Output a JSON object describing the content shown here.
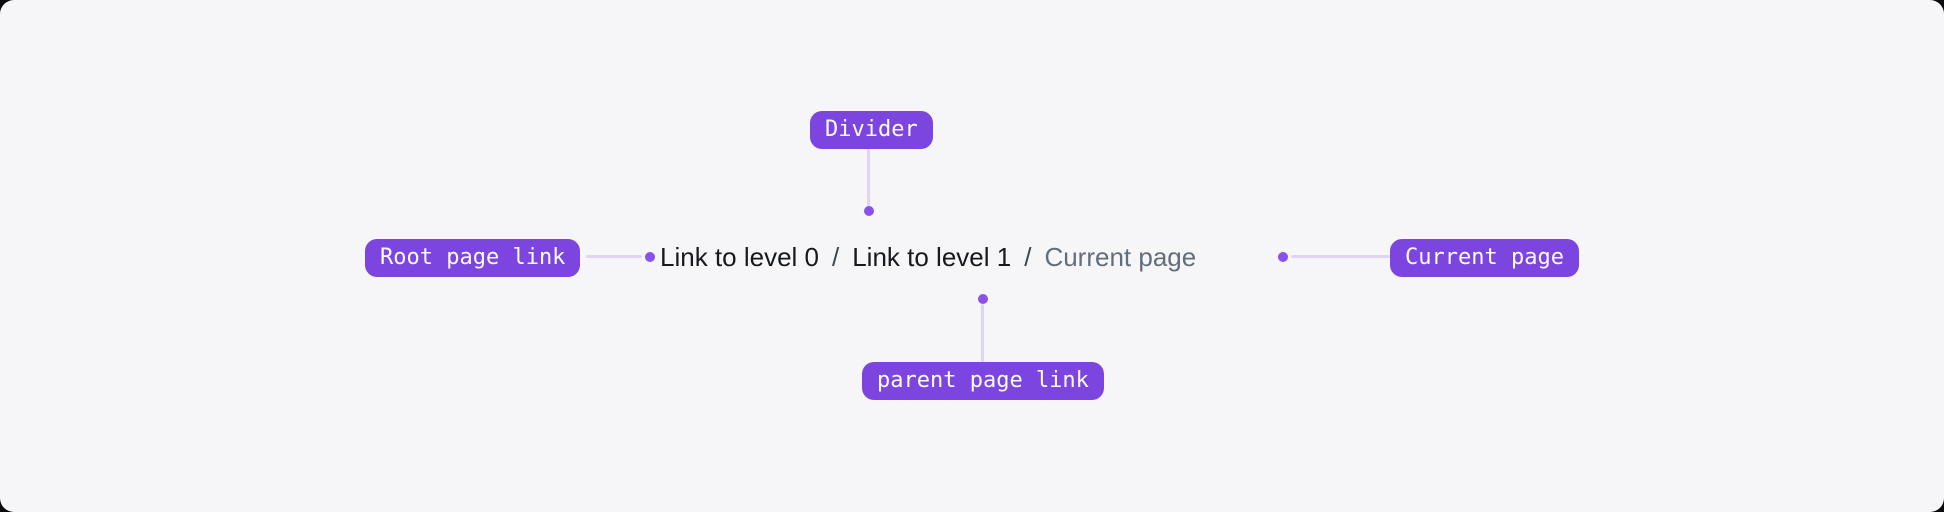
{
  "figure": {
    "description": "Breadcrumb component anatomy annotation"
  },
  "breadcrumb": {
    "separator": "/",
    "items": [
      {
        "label": "Link to level 0",
        "role": "link"
      },
      {
        "label": "Link to level 1",
        "role": "link"
      },
      {
        "label": "Current page",
        "role": "current"
      }
    ]
  },
  "annotations": {
    "divider": {
      "label": "Divider"
    },
    "root_page_link": {
      "label": "Root page link"
    },
    "current_page": {
      "label": "Current page"
    },
    "parent_page_link": {
      "label": "parent page link"
    }
  },
  "colors": {
    "outer_bg": "#0a0a0c",
    "canvas_bg": "#f6f6f8",
    "pill_bg": "#7c45e0",
    "pill_text": "#fdfcff",
    "connector_line": "#e0d4f6",
    "connector_dot": "#8a52ec",
    "link_text": "#17191e",
    "separator_text": "#3d454f",
    "current_text": "#636e7a"
  }
}
